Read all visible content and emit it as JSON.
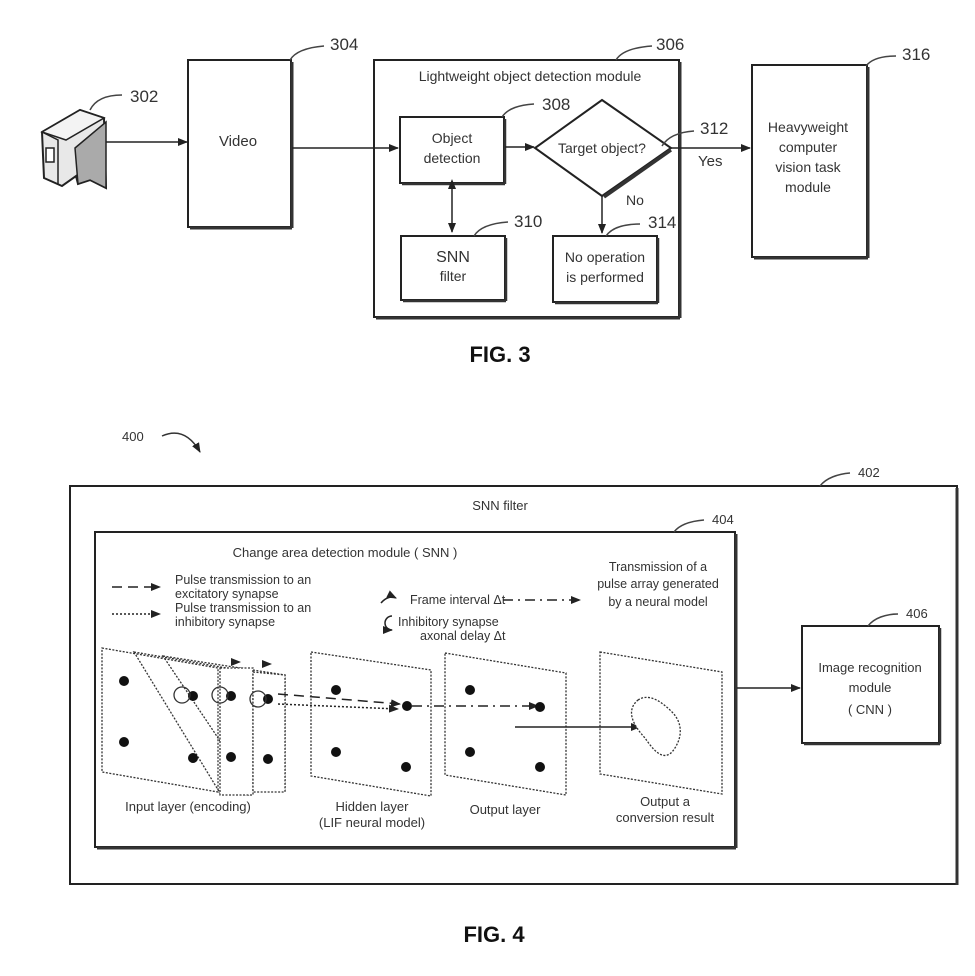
{
  "fig3": {
    "caption": "FIG. 3",
    "refs": {
      "camera": "302",
      "video": "304",
      "lightweight": "306",
      "object_detection": "308",
      "snn_filter": "310",
      "target_object": "312",
      "no_operation": "314",
      "heavyweight": "316"
    },
    "video_label": "Video",
    "lightweight_title": "Lightweight object detection module",
    "object_detection": [
      "Object",
      "detection"
    ],
    "snn_filter": [
      "SNN",
      "filter"
    ],
    "target_object": "Target object?",
    "no_operation": [
      "No operation",
      "is performed"
    ],
    "yes_label": "Yes",
    "no_label": "No",
    "heavyweight": [
      "Heavyweight",
      "computer",
      "vision task",
      "module"
    ],
    "camera_icon": "video-camera-icon"
  },
  "fig4": {
    "caption": "FIG. 4",
    "refs": {
      "figure": "400",
      "snn_filter": "402",
      "change_area": "404",
      "image_recognition": "406"
    },
    "snn_filter_title": "SNN filter",
    "change_area_title": "Change area detection module ( SNN )",
    "legend": {
      "excitatory": [
        "Pulse transmission to an",
        "excitatory synapse"
      ],
      "inhibitory": [
        "Pulse transmission to an",
        "inhibitory synapse"
      ],
      "frame_interval": "Frame interval Δt",
      "axonal_delay": [
        "Inhibitory synapse",
        "axonal delay Δt"
      ],
      "pulse_array": [
        "Transmission of a",
        "pulse array generated",
        "by a neural model"
      ]
    },
    "layers": {
      "input": "Input layer (encoding)",
      "hidden": [
        "Hidden layer",
        "(LIF neural model)"
      ],
      "output": "Output layer",
      "result": [
        "Output a",
        "conversion result"
      ]
    },
    "image_recognition": [
      "Image recognition",
      "module",
      "( CNN )"
    ]
  }
}
